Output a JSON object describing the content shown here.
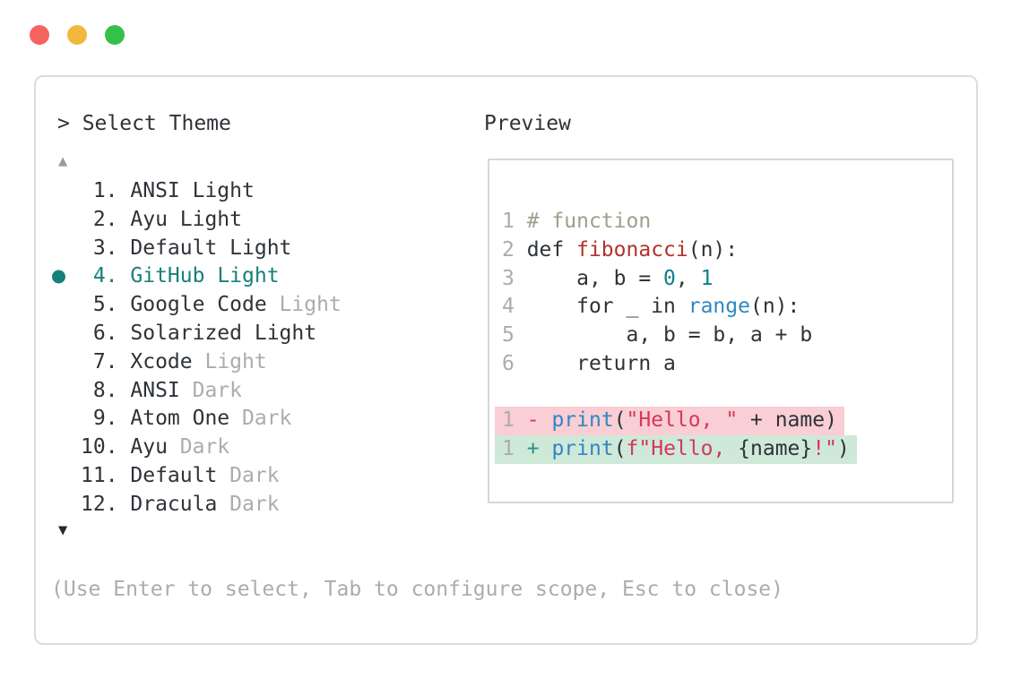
{
  "window": {
    "traffic_lights": [
      {
        "name": "close",
        "color": "#f4635d"
      },
      {
        "name": "minimize",
        "color": "#f2b83e"
      },
      {
        "name": "zoom",
        "color": "#35c04a"
      }
    ]
  },
  "colors": {
    "accent_teal": "#17807a",
    "text": "#2e3338",
    "dim": "#a9adaf",
    "comment": "#9ba18c",
    "function_red": "#b0342c",
    "number_teal": "#0f7f8b",
    "keyword_blue": "#2f87c4",
    "string_crimson": "#d9365c",
    "plus_teal": "#2a9086",
    "removed_bg": "#f9ced4",
    "added_bg": "#cfe9d9"
  },
  "selector": {
    "prompt": "> Select Theme",
    "scroll_up": "▲",
    "scroll_down": "▼",
    "footer_hint": "(Use Enter to select, Tab to configure scope, Esc to close)",
    "selected_theme": "GitHub Light",
    "themes": [
      {
        "num": "1.",
        "name": "ANSI",
        "variant": "Light",
        "dim_variant": false,
        "selected": false
      },
      {
        "num": "2.",
        "name": "Ayu",
        "variant": "Light",
        "dim_variant": false,
        "selected": false
      },
      {
        "num": "3.",
        "name": "Default",
        "variant": "Light",
        "dim_variant": false,
        "selected": false
      },
      {
        "num": "4.",
        "name": "GitHub",
        "variant": "Light",
        "dim_variant": false,
        "selected": true
      },
      {
        "num": "5.",
        "name": "Google Code",
        "variant": "Light",
        "dim_variant": true,
        "selected": false
      },
      {
        "num": "6.",
        "name": "Solarized",
        "variant": "Light",
        "dim_variant": false,
        "selected": false
      },
      {
        "num": "7.",
        "name": "Xcode",
        "variant": "Light",
        "dim_variant": true,
        "selected": false
      },
      {
        "num": "8.",
        "name": "ANSI",
        "variant": "Dark",
        "dim_variant": true,
        "selected": false
      },
      {
        "num": "9.",
        "name": "Atom One",
        "variant": "Dark",
        "dim_variant": true,
        "selected": false
      },
      {
        "num": "10.",
        "name": "Ayu",
        "variant": "Dark",
        "dim_variant": true,
        "selected": false
      },
      {
        "num": "11.",
        "name": "Default",
        "variant": "Dark",
        "dim_variant": true,
        "selected": false
      },
      {
        "num": "12.",
        "name": "Dracula",
        "variant": "Dark",
        "dim_variant": true,
        "selected": false
      }
    ]
  },
  "preview": {
    "label": "Preview",
    "lines": [
      {
        "tokens": [
          {
            "t": "1",
            "c": "ln"
          },
          {
            "t": " ",
            "c": "pl"
          },
          {
            "t": "# function",
            "c": "cm"
          }
        ]
      },
      {
        "tokens": [
          {
            "t": "2",
            "c": "ln"
          },
          {
            "t": " def ",
            "c": "pl"
          },
          {
            "t": "fibonacci",
            "c": "fn"
          },
          {
            "t": "(n):",
            "c": "pl"
          }
        ]
      },
      {
        "tokens": [
          {
            "t": "3",
            "c": "ln"
          },
          {
            "t": "     a, b = ",
            "c": "pl"
          },
          {
            "t": "0",
            "c": "nb"
          },
          {
            "t": ", ",
            "c": "pl"
          },
          {
            "t": "1",
            "c": "nb"
          }
        ]
      },
      {
        "tokens": [
          {
            "t": "4",
            "c": "ln"
          },
          {
            "t": "     for _ in ",
            "c": "pl"
          },
          {
            "t": "range",
            "c": "kw"
          },
          {
            "t": "(n):",
            "c": "pl"
          }
        ]
      },
      {
        "tokens": [
          {
            "t": "5",
            "c": "ln"
          },
          {
            "t": "         a, b = b, a + b",
            "c": "pl"
          }
        ]
      },
      {
        "tokens": [
          {
            "t": "6",
            "c": "ln"
          },
          {
            "t": "     return a",
            "c": "pl"
          }
        ]
      },
      {
        "tokens": []
      },
      {
        "diff": "removed",
        "tokens": [
          {
            "t": "1",
            "c": "ln"
          },
          {
            "t": " ",
            "c": "pl"
          },
          {
            "t": "-",
            "c": "st"
          },
          {
            "t": " ",
            "c": "pl"
          },
          {
            "t": "print",
            "c": "kw"
          },
          {
            "t": "(",
            "c": "pl"
          },
          {
            "t": "\"Hello, \"",
            "c": "st"
          },
          {
            "t": " + name)",
            "c": "pl"
          }
        ]
      },
      {
        "diff": "added",
        "tokens": [
          {
            "t": "1",
            "c": "ln"
          },
          {
            "t": " ",
            "c": "pl"
          },
          {
            "t": "+",
            "c": "ad"
          },
          {
            "t": " ",
            "c": "pl"
          },
          {
            "t": "print",
            "c": "kw"
          },
          {
            "t": "(",
            "c": "pl"
          },
          {
            "t": "f\"Hello, ",
            "c": "st"
          },
          {
            "t": "{name}",
            "c": "pl"
          },
          {
            "t": "!\"",
            "c": "st"
          },
          {
            "t": ")",
            "c": "pl"
          }
        ]
      }
    ]
  }
}
